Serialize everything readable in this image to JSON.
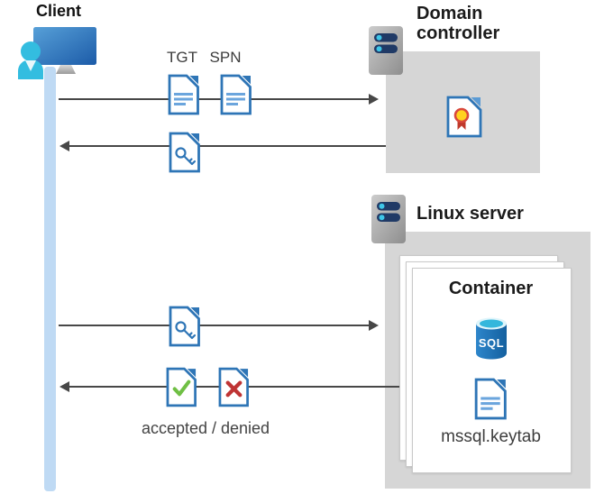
{
  "diagram": {
    "client": {
      "label": "Client"
    },
    "flows": {
      "tgt": "TGT",
      "spn": "SPN",
      "accepted_denied": "accepted / denied"
    },
    "domain_controller": {
      "label": "Domain controller"
    },
    "linux_server": {
      "label": "Linux server"
    },
    "container": {
      "label": "Container",
      "sql": "SQL",
      "keytab": "mssql.keytab"
    },
    "icons": {
      "client": "user-at-monitor-icon",
      "server": "server-rack-icon",
      "tgt_ticket": "document-lines-icon",
      "spn_ticket": "document-lines-icon",
      "service_ticket": "document-key-icon",
      "certificate": "document-seal-icon",
      "sql_database": "sql-cylinder-icon",
      "keytab_file": "document-lines-icon",
      "accepted": "document-check-icon",
      "denied": "document-x-icon"
    },
    "colors": {
      "accent_blue": "#2e75b6",
      "doc_line_blue": "#6ba5dd",
      "cert_fold_light_blue": "#5b9bd5",
      "client_cyan": "#33bde0",
      "monitor_blue_light": "#57a0d8",
      "monitor_blue_dark": "#1c5ba8",
      "timeline_bar_blue": "#bfdaf4",
      "box_gray": "#d6d6d6",
      "card_border_gray": "#c9c9c9",
      "arrow_gray": "#474747",
      "accepted_green": "#6fbf44",
      "denied_red": "#bf3434",
      "seal_yellow": "#ffd21e",
      "seal_ring_red": "#d9483b",
      "ribbon_red": "#c0392b",
      "sql_body_blue": "#1a6fba",
      "sql_top_cyan": "#35b7dc",
      "server_slot_navy": "#203a66",
      "server_dot_cyan": "#3ec6e8"
    }
  }
}
